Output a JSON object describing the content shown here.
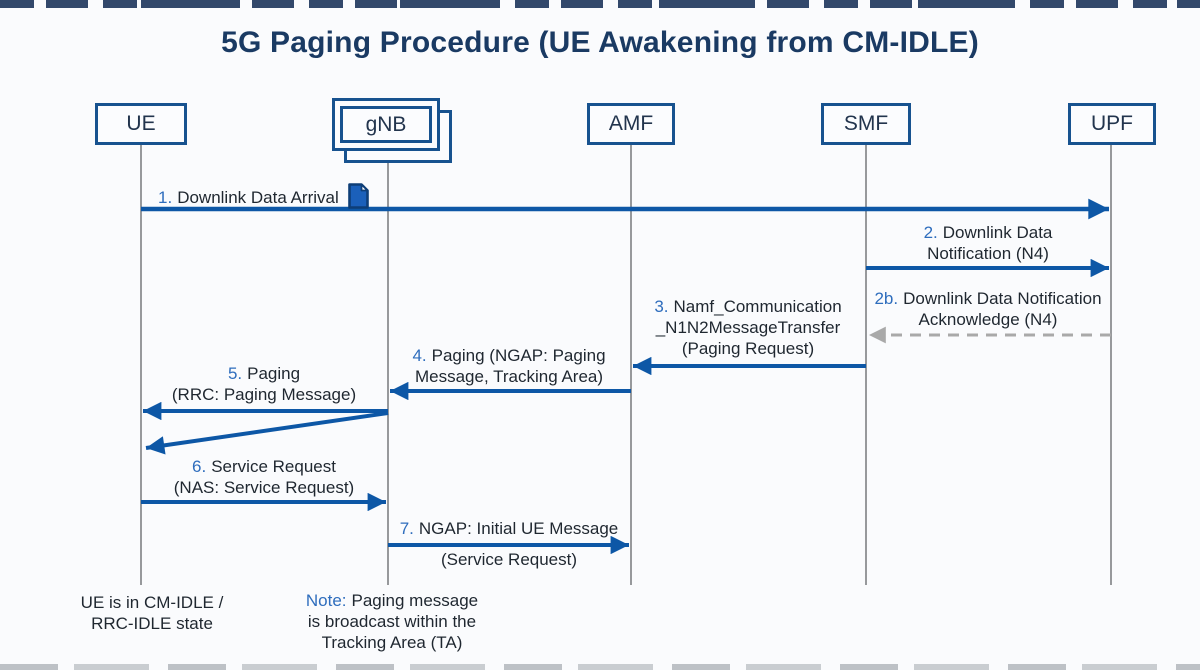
{
  "title": "5G Paging Procedure (UE Awakening from CM-IDLE)",
  "colors": {
    "background": "#fafbfd",
    "box_border_navy": "#17528f",
    "title_navy": "#1a3a63",
    "arrow_blue": "#0d57a6",
    "step_number_blue": "#2e6dbd",
    "message_text": "#1f2730",
    "lifeline_gray": "#97999c",
    "dashed_arrow_gray": "#a9a9a9",
    "document_icon_fill": "#1b60ba"
  },
  "actors": {
    "ue": {
      "label": "UE"
    },
    "gnb": {
      "label": "gNB"
    },
    "amf": {
      "label": "AMF"
    },
    "smf": {
      "label": "SMF"
    },
    "upf": {
      "label": "UPF"
    }
  },
  "messages": {
    "m1": {
      "num": "1.",
      "line1": "Downlink Data Arrival",
      "from": "UE",
      "to": "UPF",
      "style": "solid",
      "icon": "document-icon"
    },
    "m2": {
      "num": "2.",
      "line1": "Downlink Data",
      "line2": "Notification (N4)",
      "from": "SMF",
      "to": "UPF",
      "style": "solid"
    },
    "m2b": {
      "num": "2b.",
      "line1": "Downlink Data Notification",
      "line2": "Acknowledge (N4)",
      "from": "UPF",
      "to": "SMF",
      "style": "dashed"
    },
    "m3": {
      "num": "3.",
      "line1": "Namf_Communication",
      "line2": "_N1N2MessageTransfer",
      "line3": "(Paging Request)",
      "from": "SMF",
      "to": "AMF",
      "style": "solid"
    },
    "m4": {
      "num": "4.",
      "line1": "Paging (NGAP: Paging",
      "line2": "Message, Tracking Area)",
      "from": "AMF",
      "to": "gNB",
      "style": "solid"
    },
    "m5": {
      "num": "5.",
      "line1": "Paging",
      "line2": "(RRC: Paging Message)",
      "from": "gNB",
      "to": "UE",
      "style": "solid",
      "extra": "broadcast-diagonal-arrow"
    },
    "m6": {
      "num": "6.",
      "line1": "Service Request",
      "line2": "(NAS: Service Request)",
      "from": "UE",
      "to": "gNB",
      "style": "solid"
    },
    "m7": {
      "num": "7.",
      "line1": "NGAP: Initial UE Message",
      "line2": "(Service Request)",
      "from": "gNB",
      "to": "AMF",
      "style": "solid"
    }
  },
  "notes": {
    "ue_state": {
      "line1": "UE is in CM-IDLE /",
      "line2": "RRC-IDLE state"
    },
    "paging": {
      "prefix": "Note:",
      "line1": "Paging message",
      "line2": "is broadcast within the",
      "line3": "Tracking Area (TA)"
    }
  }
}
